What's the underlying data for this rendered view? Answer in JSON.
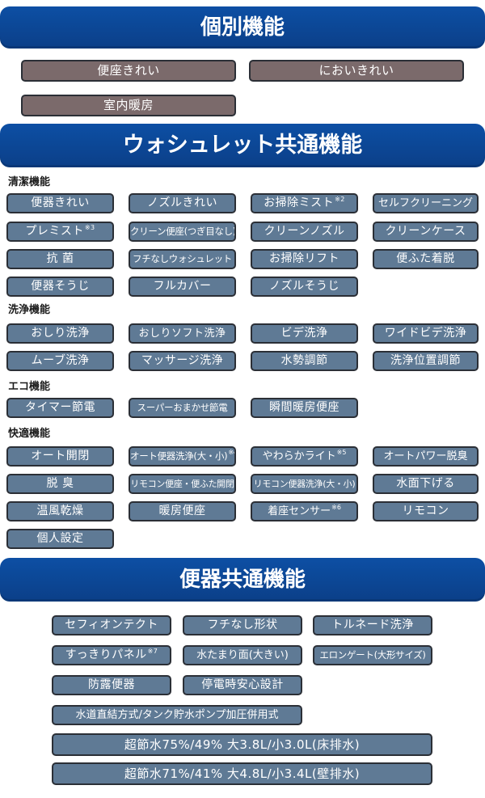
{
  "individual": {
    "title": "個別機能",
    "items": [
      "便座きれい",
      "においきれい",
      "室内暖房"
    ]
  },
  "washlet": {
    "title": "ウォシュレット共通機能",
    "sections": [
      {
        "label": "清潔機能",
        "items": [
          {
            "text": "便器きれい",
            "note": ""
          },
          {
            "text": "ノズルきれい",
            "note": ""
          },
          {
            "text": "お掃除ミスト",
            "note": "※2"
          },
          {
            "text": "セルフクリーニング",
            "note": ""
          },
          {
            "text": "プレミスト",
            "note": "※3"
          },
          {
            "text": "クリーン便座(つぎ目なし)",
            "note": ""
          },
          {
            "text": "クリーンノズル",
            "note": ""
          },
          {
            "text": "クリーンケース",
            "note": ""
          },
          {
            "text": "抗 菌",
            "note": ""
          },
          {
            "text": "フチなしウォシュレット",
            "note": ""
          },
          {
            "text": "お掃除リフト",
            "note": ""
          },
          {
            "text": "便ふた着脱",
            "note": ""
          },
          {
            "text": "便器そうじ",
            "note": ""
          },
          {
            "text": "フルカバー",
            "note": ""
          },
          {
            "text": "ノズルそうじ",
            "note": ""
          }
        ]
      },
      {
        "label": "洗浄機能",
        "items": [
          {
            "text": "おしり洗浄",
            "note": ""
          },
          {
            "text": "おしりソフト洗浄",
            "note": ""
          },
          {
            "text": "ビデ洗浄",
            "note": ""
          },
          {
            "text": "ワイドビデ洗浄",
            "note": ""
          },
          {
            "text": "ムーブ洗浄",
            "note": ""
          },
          {
            "text": "マッサージ洗浄",
            "note": ""
          },
          {
            "text": "水勢調節",
            "note": ""
          },
          {
            "text": "洗浄位置調節",
            "note": ""
          }
        ]
      },
      {
        "label": "エコ機能",
        "items": [
          {
            "text": "タイマー節電",
            "note": ""
          },
          {
            "text": "スーパーおまかせ節電",
            "note": ""
          },
          {
            "text": "瞬間暖房便座",
            "note": ""
          }
        ]
      },
      {
        "label": "快適機能",
        "items": [
          {
            "text": "オート開閉",
            "note": ""
          },
          {
            "text": "オート便器洗浄(大・小)",
            "note": "※4"
          },
          {
            "text": "やわらかライト",
            "note": "※5"
          },
          {
            "text": "オートパワー脱臭",
            "note": ""
          },
          {
            "text": "脱 臭",
            "note": ""
          },
          {
            "text": "リモコン便座・便ふた開閉",
            "note": ""
          },
          {
            "text": "リモコン便器洗浄(大・小)",
            "note": ""
          },
          {
            "text": "水面下げる",
            "note": ""
          },
          {
            "text": "温風乾燥",
            "note": ""
          },
          {
            "text": "暖房便座",
            "note": ""
          },
          {
            "text": "着座センサー",
            "note": "※6"
          },
          {
            "text": "リモコン",
            "note": ""
          },
          {
            "text": "個人設定",
            "note": ""
          }
        ]
      }
    ]
  },
  "toilet": {
    "title": "便器共通機能",
    "rows": [
      [
        {
          "text": "セフィオンテクト",
          "note": ""
        },
        {
          "text": "フチなし形状",
          "note": ""
        },
        {
          "text": "トルネード洗浄",
          "note": ""
        }
      ],
      [
        {
          "text": "すっきりパネル",
          "note": "※7"
        },
        {
          "text": "水たまり面(大きい)",
          "note": ""
        },
        {
          "text": "エロンゲート(大形サイズ)",
          "note": ""
        }
      ],
      [
        {
          "text": "防露便器",
          "note": ""
        },
        {
          "text": "停電時安心設計",
          "note": ""
        }
      ]
    ],
    "wide": [
      "水道直結方式/タンク貯水ポンプ加圧併用式",
      "超節水75%/49% 大3.8L/小3.0L(床排水)",
      "超節水71%/41% 大4.8L/小3.4L(壁排水)"
    ]
  },
  "colors": {
    "banner": "#0d4fa4",
    "brown_pill": "#7b6a6b",
    "blue_pill": "#5f7a95",
    "border": "#2b2f36"
  }
}
